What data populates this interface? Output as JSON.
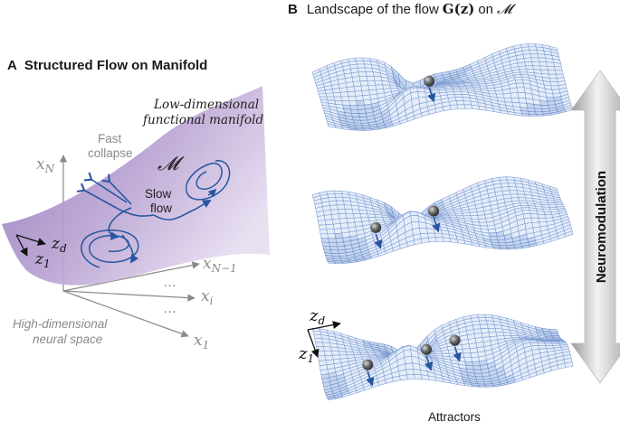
{
  "panel_a": {
    "letter": "A",
    "title": "Structured Flow on Manifold",
    "manifold_label_line1": "Low-dimensional",
    "manifold_label_line2": "functional manifold",
    "manifold_symbol": "𝓜",
    "fast_line1": "Fast",
    "fast_line2": "collapse",
    "slow_line1": "Slow",
    "slow_line2": "flow",
    "space_line1": "High-dimensional",
    "space_line2": "neural space",
    "axis_xN": "x",
    "axis_xN_sub": "N",
    "axis_xN1": "x",
    "axis_xN1_sub": "N−1",
    "axis_xi": "x",
    "axis_xi_sub": "i",
    "axis_x1": "x",
    "axis_x1_sub": "1",
    "axis_zd": "z",
    "axis_zd_sub": "d",
    "axis_z1": "z",
    "axis_z1_sub": "1",
    "ellipsis": "…"
  },
  "panel_b": {
    "letter": "B",
    "title_prefix": "Landscape of the flow",
    "title_func": "G(z)",
    "title_mid": "on",
    "title_symbol": "𝓜",
    "neuromodulation": "Neuromodulation",
    "attractors": "Attractors",
    "axis_zd": "z",
    "axis_zd_sub": "d",
    "axis_z1": "z",
    "axis_z1_sub": "1"
  },
  "colors": {
    "manifold_purple": "#b49ccc",
    "flow_blue": "#2756a0",
    "mesh_blue": "#7e9cd3",
    "arrow_grey": "#b0b0b0",
    "axis_grey": "#8a8a8a"
  }
}
